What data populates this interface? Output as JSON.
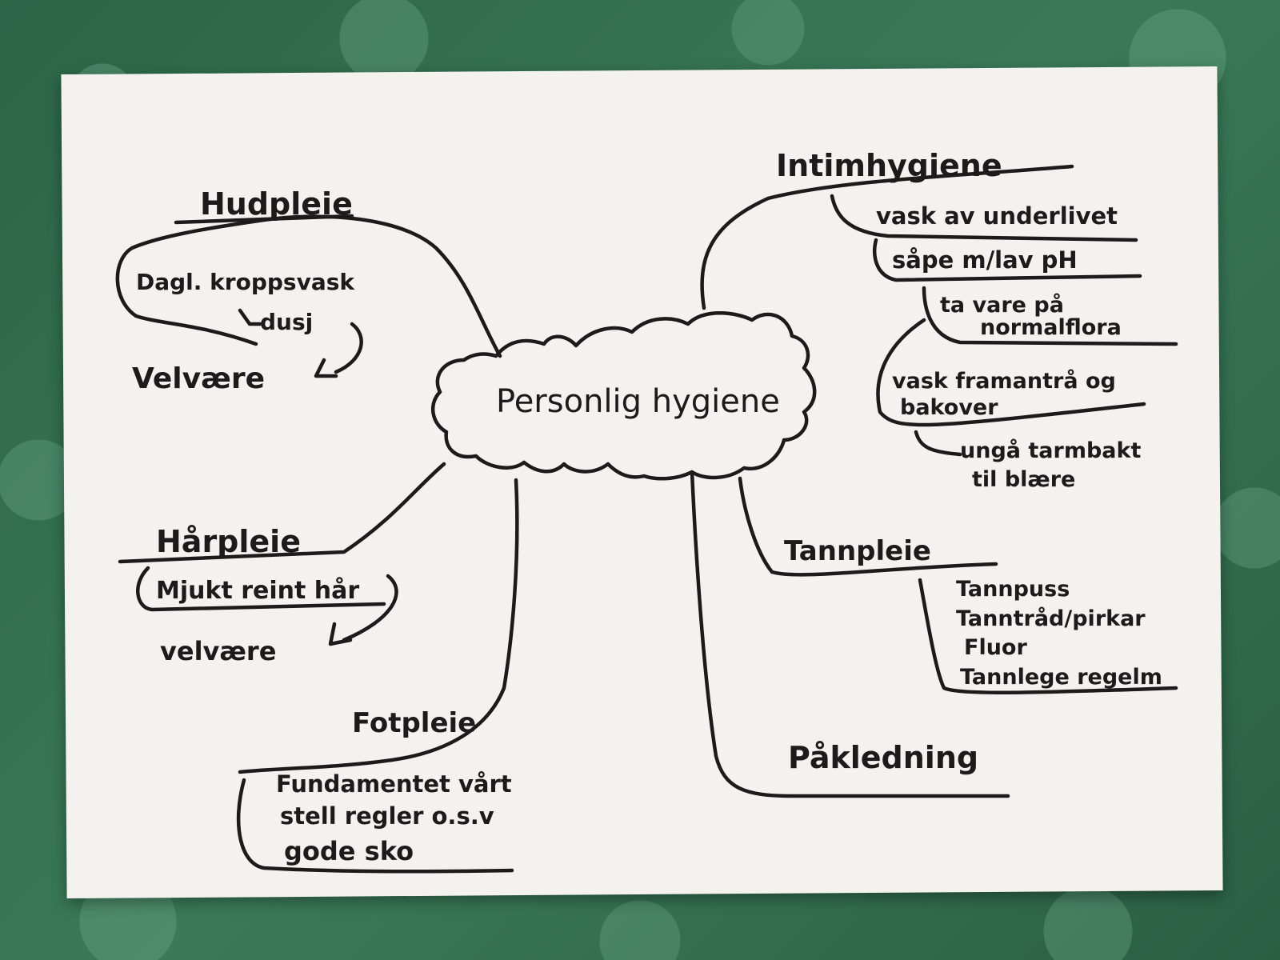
{
  "center": "Personlig hygiene",
  "branches": {
    "hudpleie": {
      "title": "Hudpleie",
      "items": [
        "Dagl. kroppsvask",
        "dusj"
      ],
      "result": "Velvære"
    },
    "harpleie": {
      "title": "Hårpleie",
      "items": [
        "Mjukt reint hår"
      ],
      "result": "velvære"
    },
    "fotpleie": {
      "title": "Fotpleie",
      "items": [
        "Fundamentet vårt",
        "stell regler o.s.v",
        "gode sko"
      ]
    },
    "intimhygiene": {
      "title": "Intimhygiene",
      "items": [
        "vask av underlivet",
        "såpe m/lav pH",
        "ta vare på",
        "normalflora",
        "vask framantrå og",
        "bakover",
        "ungå tarmbakt",
        "til blære"
      ]
    },
    "tannpleie": {
      "title": "Tannpleie",
      "items": [
        "Tannpuss",
        "Tanntråd/pirkar",
        "Fluor",
        "Tannlege regelm"
      ]
    },
    "pakledning": {
      "title": "Påkledning"
    }
  },
  "colors": {
    "ink": "#1e1a1c",
    "paper": "#f3f2ef",
    "tablecloth": "#2f6a4c"
  }
}
